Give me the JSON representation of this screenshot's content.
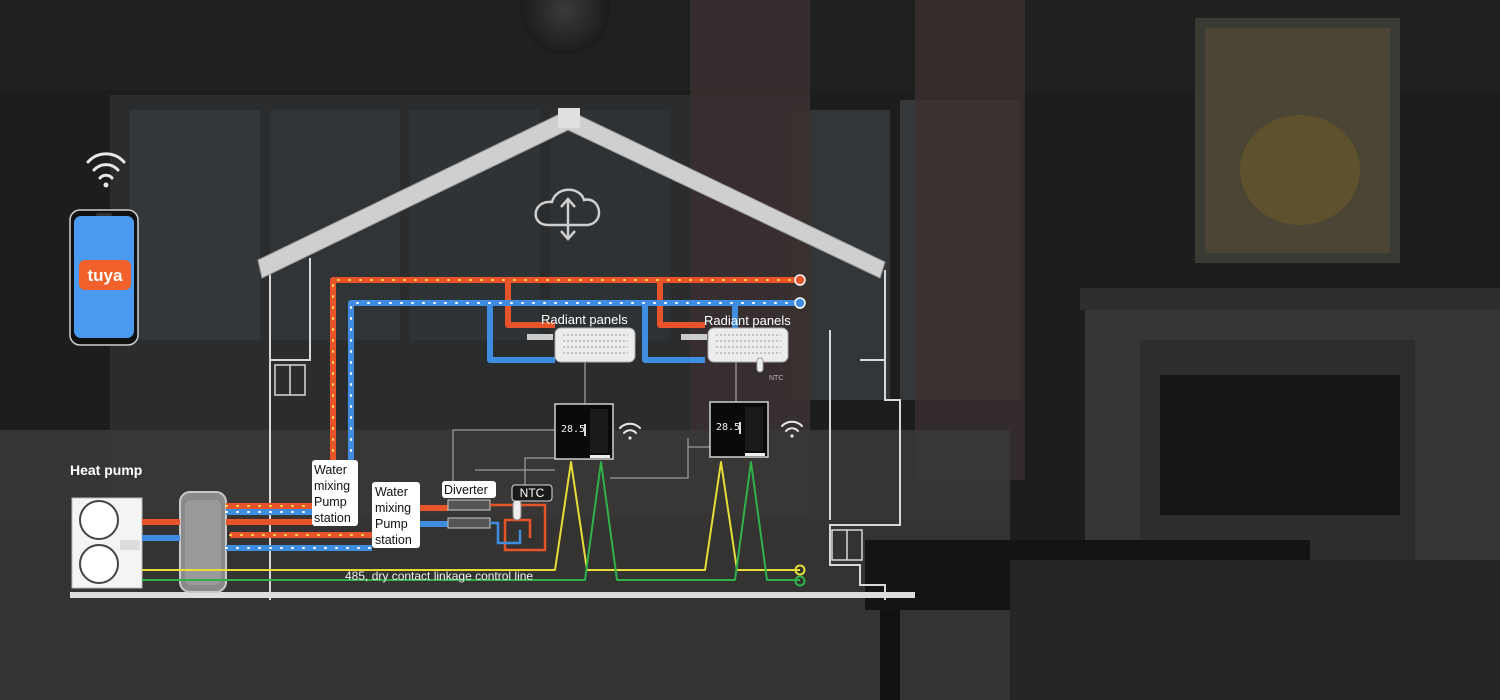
{
  "labels": {
    "heat_pump": "Heat pump",
    "radiant_panels_1": "Radiant panels",
    "radiant_panels_2": "Radiant panels",
    "water_mixing_1": [
      "Water",
      "mixing",
      "Pump",
      "station"
    ],
    "water_mixing_2": [
      "Water",
      "mixing",
      "Pump",
      "station"
    ],
    "diverter": "Diverter",
    "ntc_box": "NTC",
    "ntc_sensor": "NTC",
    "control_line": "485, dry contact linkage control line"
  },
  "app": {
    "brand": "tuya"
  },
  "thermostat_display": "28.5",
  "icons": [
    "wifi-icon",
    "cloud-sync-icon",
    "phone-icon"
  ],
  "colors": {
    "hot_pipe": "#e8542a",
    "cold_pipe": "#3f8de0",
    "signal_yellow": "#e6dc3a",
    "signal_green": "#2fb24a",
    "outline": "#d8d8d8",
    "phone_screen": "#4a9bf0",
    "tuya_logo": "#f2612b"
  }
}
